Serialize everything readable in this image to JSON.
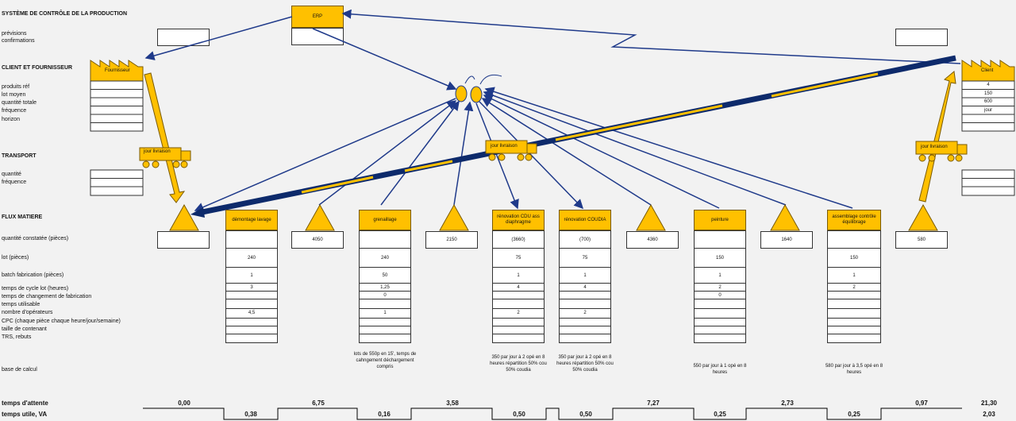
{
  "sections": {
    "control": "SYSTÈME DE CONTRÔLE DE LA PRODUCTION",
    "client_supplier": "CLIENT ET FOURNISSEUR",
    "transport": "TRANSPORT",
    "flux": "FLUX MATIERE"
  },
  "control_labels": [
    "prévisions",
    "confirmations"
  ],
  "erp_label": "ERP",
  "supplier_label": "Fournisseur",
  "client_label": "Client",
  "cs_labels": [
    "produits réf",
    "lot moyen",
    "quantité totale",
    "fréquence",
    "horizon"
  ],
  "client_values": [
    "4",
    "150",
    "600",
    "jour",
    ""
  ],
  "transport_labels": [
    "quantité",
    "fréquence"
  ],
  "truck_label": "jour livraison",
  "row_labels": {
    "qty": "quantité constatée (pièces)",
    "lot": "lot (pièces)",
    "batch": "batch fabrication (pièces)",
    "cycle": "temps de cycle lot (heures)",
    "change": "temps de changement de fabrication",
    "useful": "temps utilisable",
    "operators": "nombre d'opérateurs",
    "cpc": "CPC (chaque pièce chaque heure/jour/semaine)",
    "container": "taille de contenant",
    "trs": "TRS, rebuts",
    "base": "base de calcul"
  },
  "stocks": [
    "",
    "4050",
    "2150",
    "4360",
    "1640",
    "580"
  ],
  "processes": [
    {
      "name": "démontage lavage",
      "qty": "",
      "lot": "240",
      "batch": "1",
      "cycle": "3",
      "change": "",
      "useful": "",
      "operators": "4,5",
      "cpc": "",
      "container": "",
      "trs": "",
      "base": ""
    },
    {
      "name": "grenaillage",
      "qty": "",
      "lot": "240",
      "batch": "50",
      "cycle": "1,25",
      "change": "0",
      "useful": "",
      "operators": "1",
      "cpc": "",
      "container": "",
      "trs": "",
      "base": "lots de 550p en 15', temps de cahngement déchargement compris"
    },
    {
      "name": "rénovation CDU ass diaphragme",
      "qty": "(3660)",
      "lot": "75",
      "batch": "1",
      "cycle": "4",
      "change": "",
      "useful": "",
      "operators": "2",
      "cpc": "",
      "container": "",
      "trs": "",
      "base": "350 par jour à 2 opé en 8 heures répartition 50% cou 50% coudia"
    },
    {
      "name": "rénovation COUDIA",
      "qty": "(700)",
      "lot": "75",
      "batch": "1",
      "cycle": "4",
      "change": "",
      "useful": "",
      "operators": "2",
      "cpc": "",
      "container": "",
      "trs": "",
      "base": "350 par jour à 2 opé en 8 heures répartition 50% cou 50% coudia"
    },
    {
      "name": "peinture",
      "qty": "",
      "lot": "150",
      "batch": "1",
      "cycle": "2",
      "change": "0",
      "useful": "",
      "operators": "",
      "cpc": "",
      "container": "",
      "trs": "",
      "base": "550 par jour à 1 opé en 8 heures"
    },
    {
      "name": "assemblage contrôle équilibrage",
      "qty": "",
      "lot": "150",
      "batch": "1",
      "cycle": "2",
      "change": "",
      "useful": "",
      "operators": "",
      "cpc": "",
      "container": "",
      "trs": "",
      "base": "580 par jour à 3,5 opé en 8 heures"
    }
  ],
  "timeline": {
    "wait_label": "temps d'attente",
    "useful_label": "temps utile, VA",
    "wait_values": [
      "0,00",
      "6,75",
      "3,58",
      "7,27",
      "2,73",
      "0,97"
    ],
    "useful_values": [
      "0,38",
      "0,16",
      "0,50",
      "0,50",
      "0,25",
      "0,25"
    ],
    "wait_total": "21,30",
    "useful_total": "2,03"
  },
  "colors": {
    "accent": "#ffc000",
    "navy": "#0d2a6b",
    "line": "#1f3a8a"
  }
}
